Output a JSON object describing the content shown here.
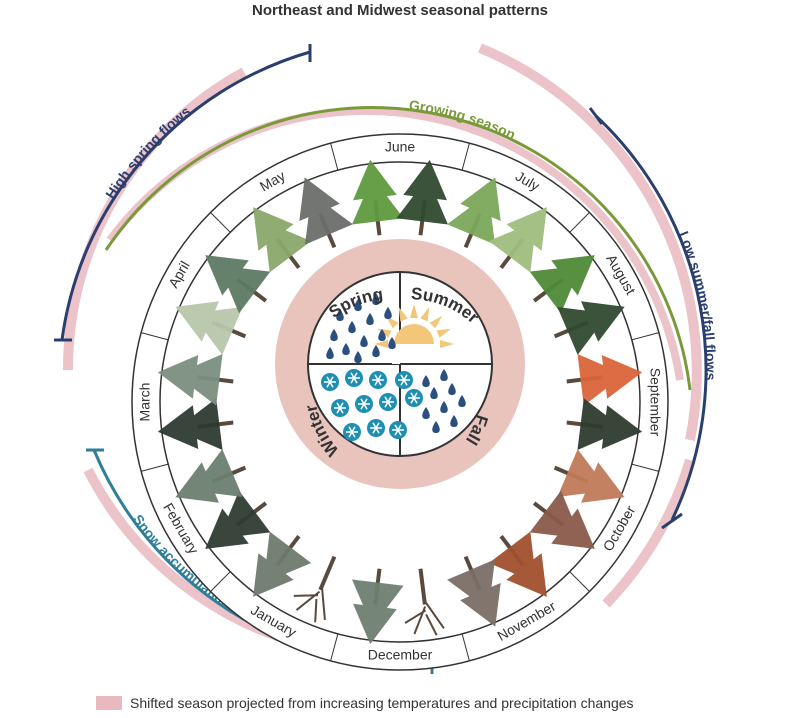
{
  "title": "Northeast and Midwest seasonal patterns",
  "months": [
    "January",
    "February",
    "March",
    "April",
    "May",
    "June",
    "July",
    "August",
    "September",
    "October",
    "November",
    "December"
  ],
  "seasons": {
    "spring": "Spring",
    "summer": "Summer",
    "fall": "Fall",
    "winter": "Winter"
  },
  "arcs": {
    "growing_season": "Growing season",
    "high_spring_flows": "High spring flows",
    "low_summer_fall_flows": "Low summer/fall flows",
    "snow_accumulation": "Snow accumulation"
  },
  "legend": {
    "shifted_label": "Shifted season projected from increasing temperatures and precipitation changes"
  },
  "colors": {
    "shifted": "#e8b9bf",
    "growing": "#7a9a3a",
    "flows": "#2b3f6e",
    "snow": "#2f7f99",
    "center_ring": "#e9c4bd",
    "sun": "#f2c77a",
    "rain": "#2b4f7f",
    "snowflake": "#1e8fb3"
  },
  "icons": [
    "tree-icon",
    "sun-icon",
    "raindrop-icon",
    "snowflake-icon"
  ]
}
